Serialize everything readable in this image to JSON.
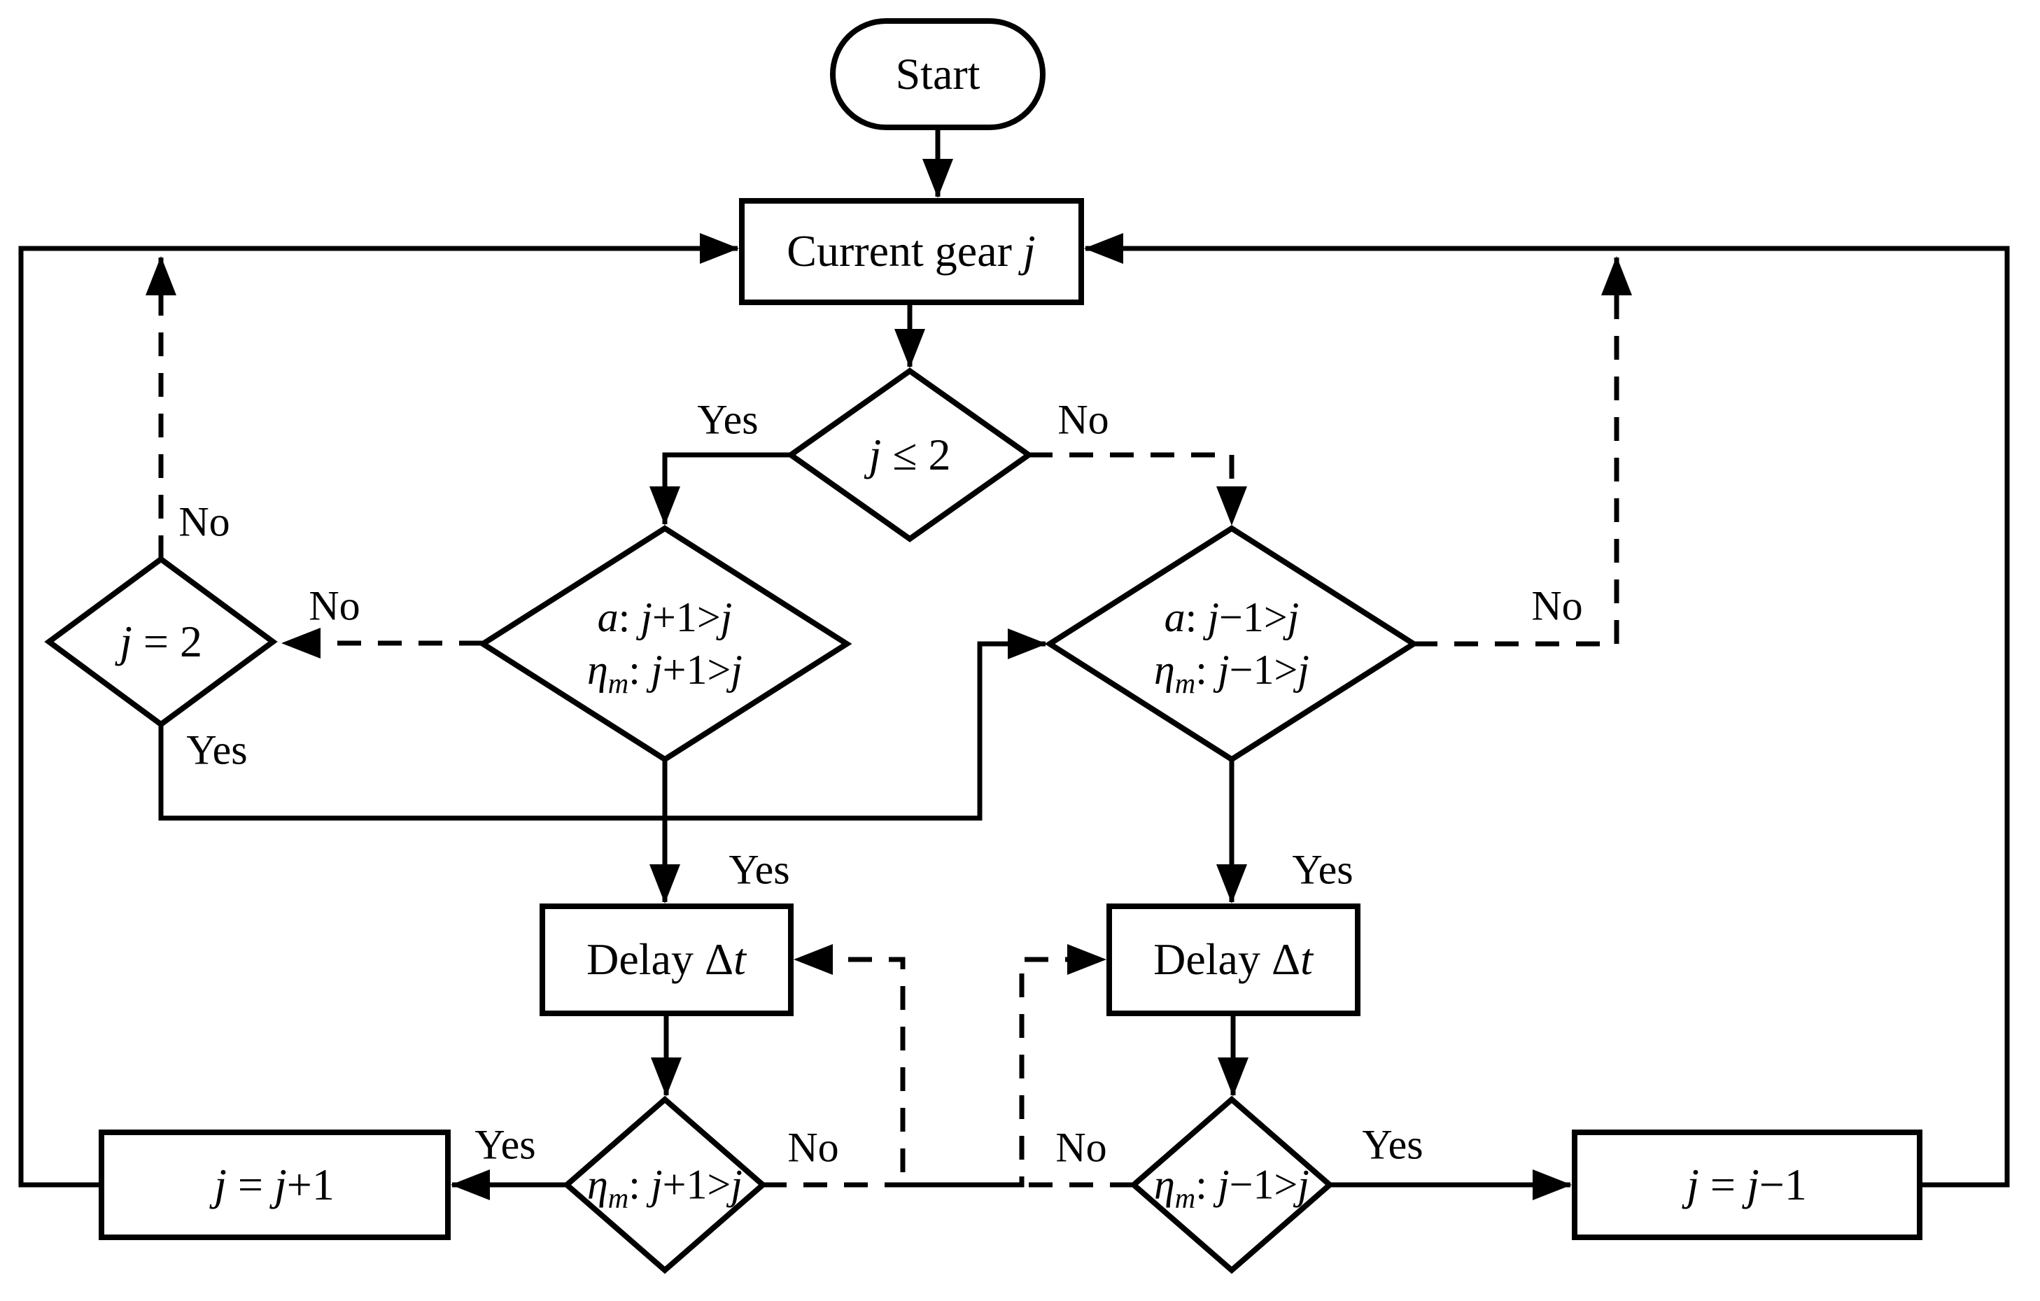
{
  "figure": {
    "type": "flowchart",
    "description": "Gear shifting logic flowchart with solid and dashed decision branches"
  },
  "colors": {
    "stroke": "#000000",
    "background": "#ffffff",
    "text": "#000000"
  },
  "nodes": {
    "start": {
      "runs": [
        {
          "t": "Start",
          "s": "n"
        }
      ]
    },
    "current": {
      "runs": [
        {
          "t": "Current gear ",
          "s": "n"
        },
        {
          "t": "j",
          "s": "i"
        }
      ]
    },
    "j_le_2": {
      "runs": [
        {
          "t": "j",
          "s": "i"
        },
        {
          "t": " ≤ 2",
          "s": "n"
        }
      ]
    },
    "upshift_check": {
      "line1": [
        {
          "t": "a",
          "s": "i"
        },
        {
          "t": ": ",
          "s": "n"
        },
        {
          "t": "j",
          "s": "i"
        },
        {
          "t": "+1>",
          "s": "n"
        },
        {
          "t": "j",
          "s": "i"
        }
      ],
      "line2": [
        {
          "t": "η",
          "s": "i"
        },
        {
          "t": "m",
          "s": "subi"
        },
        {
          "t": ": ",
          "s": "n"
        },
        {
          "t": "j",
          "s": "i"
        },
        {
          "t": "+1>",
          "s": "n"
        },
        {
          "t": "j",
          "s": "i"
        }
      ]
    },
    "downshift_check": {
      "line1": [
        {
          "t": "a",
          "s": "i"
        },
        {
          "t": ": ",
          "s": "n"
        },
        {
          "t": "j",
          "s": "i"
        },
        {
          "t": "−1>",
          "s": "n"
        },
        {
          "t": "j",
          "s": "i"
        }
      ],
      "line2": [
        {
          "t": "η",
          "s": "i"
        },
        {
          "t": "m",
          "s": "subi"
        },
        {
          "t": ": ",
          "s": "n"
        },
        {
          "t": "j",
          "s": "i"
        },
        {
          "t": "−1>",
          "s": "n"
        },
        {
          "t": "j",
          "s": "i"
        }
      ]
    },
    "j_eq_2": {
      "runs": [
        {
          "t": "j",
          "s": "i"
        },
        {
          "t": " = 2",
          "s": "n"
        }
      ]
    },
    "delay_left": {
      "runs": [
        {
          "t": "Delay Δ",
          "s": "n"
        },
        {
          "t": "t",
          "s": "i"
        }
      ]
    },
    "delay_right": {
      "runs": [
        {
          "t": "Delay Δ",
          "s": "n"
        },
        {
          "t": "t",
          "s": "i"
        }
      ]
    },
    "eta_check_left": {
      "runs": [
        {
          "t": "η",
          "s": "i"
        },
        {
          "t": "m",
          "s": "subi"
        },
        {
          "t": ": ",
          "s": "n"
        },
        {
          "t": "j",
          "s": "i"
        },
        {
          "t": "+1>",
          "s": "n"
        },
        {
          "t": "j",
          "s": "i"
        }
      ]
    },
    "eta_check_right": {
      "runs": [
        {
          "t": "η",
          "s": "i"
        },
        {
          "t": "m",
          "s": "subi"
        },
        {
          "t": ": ",
          "s": "n"
        },
        {
          "t": "j",
          "s": "i"
        },
        {
          "t": "−1>",
          "s": "n"
        },
        {
          "t": "j",
          "s": "i"
        }
      ]
    },
    "increment": {
      "runs": [
        {
          "t": "j",
          "s": "i"
        },
        {
          "t": " = ",
          "s": "n"
        },
        {
          "t": "j",
          "s": "i"
        },
        {
          "t": "+1",
          "s": "n"
        }
      ]
    },
    "decrement": {
      "runs": [
        {
          "t": "j",
          "s": "i"
        },
        {
          "t": " = ",
          "s": "n"
        },
        {
          "t": "j",
          "s": "i"
        },
        {
          "t": "−1",
          "s": "n"
        }
      ]
    }
  },
  "edge_labels": {
    "j_le_2_yes": "Yes",
    "j_le_2_no": "No",
    "upshift_no": "No",
    "j_eq_2_no": "No",
    "j_eq_2_yes": "Yes",
    "upshift_yes": "Yes",
    "downshift_yes": "Yes",
    "downshift_no": "No",
    "eta_left_yes": "Yes",
    "eta_left_no": "No",
    "eta_right_no": "No",
    "eta_right_yes": "Yes"
  }
}
